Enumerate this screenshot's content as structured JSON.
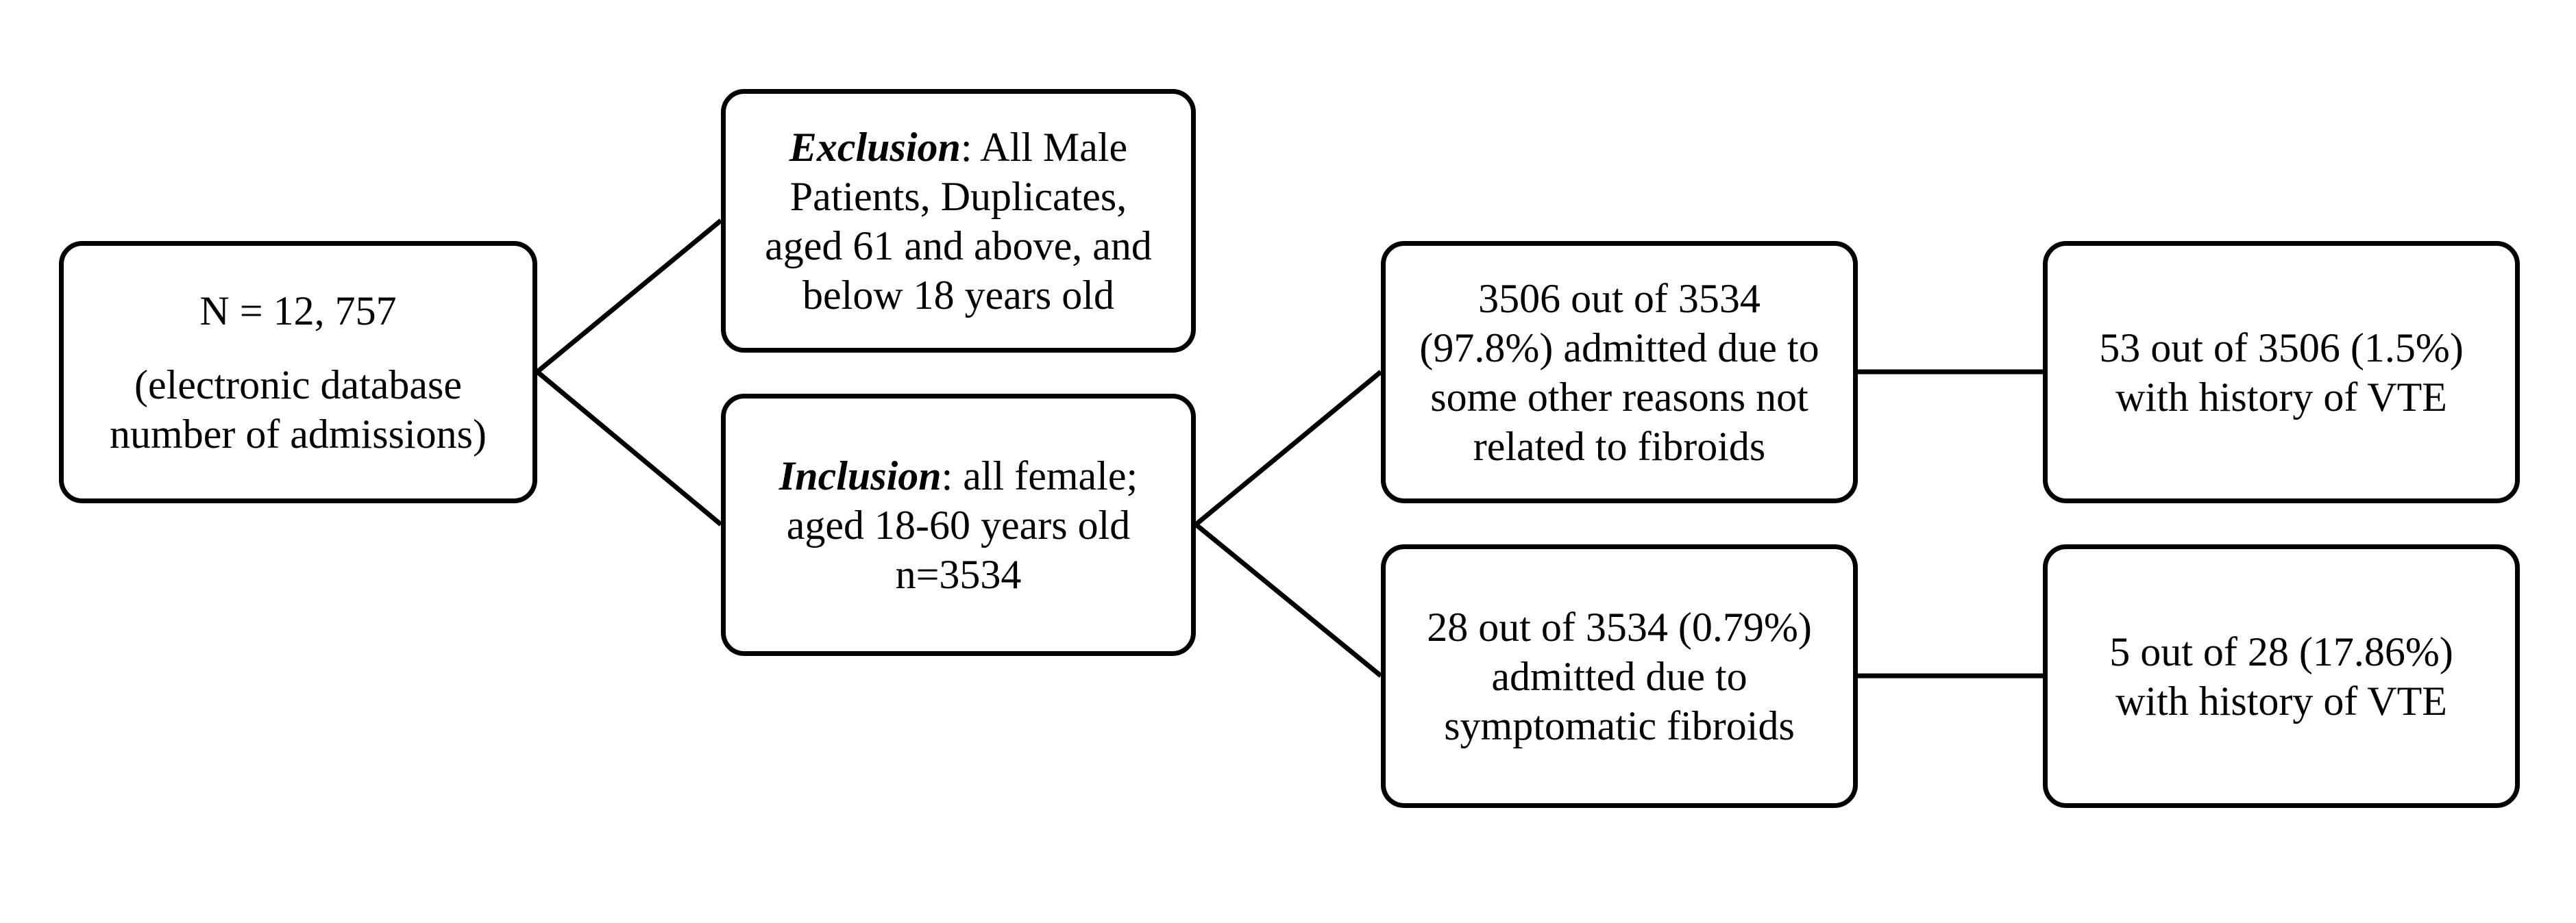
{
  "total": {
    "count_line": "N  = 12, 757",
    "desc_line1": "(electronic database",
    "desc_line2": "number of admissions)"
  },
  "exclusion": {
    "label": "Exclusion",
    "line1_rest": ":  All Male",
    "line2": "Patients, Duplicates,",
    "line3": "aged 61 and above, and",
    "line4": "below 18 years old"
  },
  "inclusion": {
    "label": "Inclusion",
    "line1_rest": ": all female;",
    "line2": "aged 18-60 years old",
    "line3": "n=3534"
  },
  "other_reasons": {
    "line1": "3506 out of 3534",
    "line2": "(97.8%) admitted due to",
    "line3": "some other reasons not",
    "line4": "related to fibroids"
  },
  "fibroids": {
    "line1": "28 out of 3534 (0.79%)",
    "line2": "admitted due to",
    "line3": "symptomatic fibroids"
  },
  "other_vte": {
    "line1": "53 out of 3506 (1.5%)",
    "line2": "with history of VTE"
  },
  "fibroid_vte": {
    "line1": "5 out of 28 (17.86%)",
    "line2": "with history of VTE"
  }
}
